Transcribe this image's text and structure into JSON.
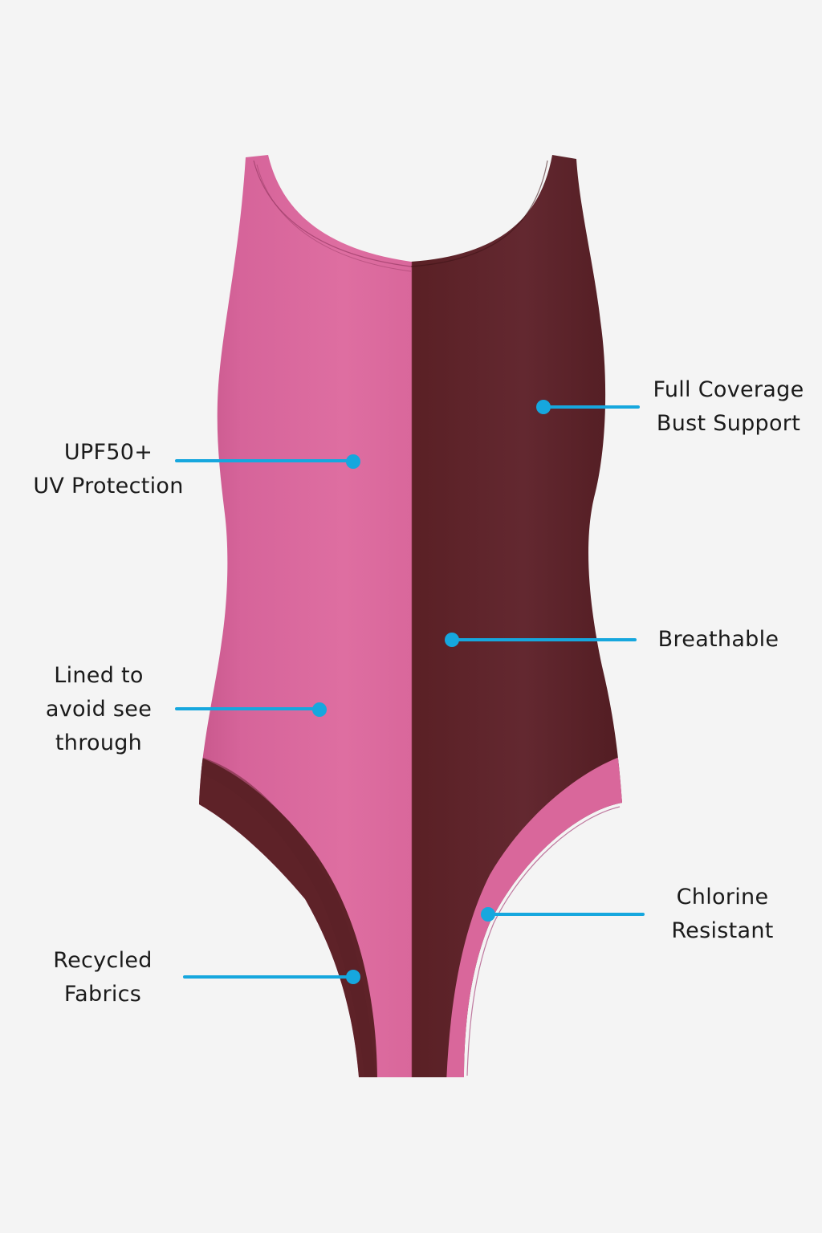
{
  "colors": {
    "background": "#f4f4f4",
    "pink": "#d9679b",
    "pink_shade": "#c45488",
    "maroon": "#5e2228",
    "maroon_shade": "#4f1b20",
    "callout": "#16a7de",
    "text": "#1a1a1a"
  },
  "product": {
    "name": "Two-tone one-piece swimsuit",
    "left_panel_color": "pink",
    "right_panel_color": "maroon"
  },
  "callouts": [
    {
      "id": "upf",
      "lines": [
        "UPF50+",
        "UV Protection"
      ],
      "side": "left"
    },
    {
      "id": "bust",
      "lines": [
        "Full Coverage",
        "Bust Support"
      ],
      "side": "right"
    },
    {
      "id": "breathable",
      "lines": [
        "Breathable"
      ],
      "side": "right"
    },
    {
      "id": "lined",
      "lines": [
        "Lined to",
        "avoid see",
        "through"
      ],
      "side": "left"
    },
    {
      "id": "chlorine",
      "lines": [
        "Chlorine",
        "Resistant"
      ],
      "side": "right"
    },
    {
      "id": "recycled",
      "lines": [
        "Recycled",
        "Fabrics"
      ],
      "side": "left"
    }
  ]
}
